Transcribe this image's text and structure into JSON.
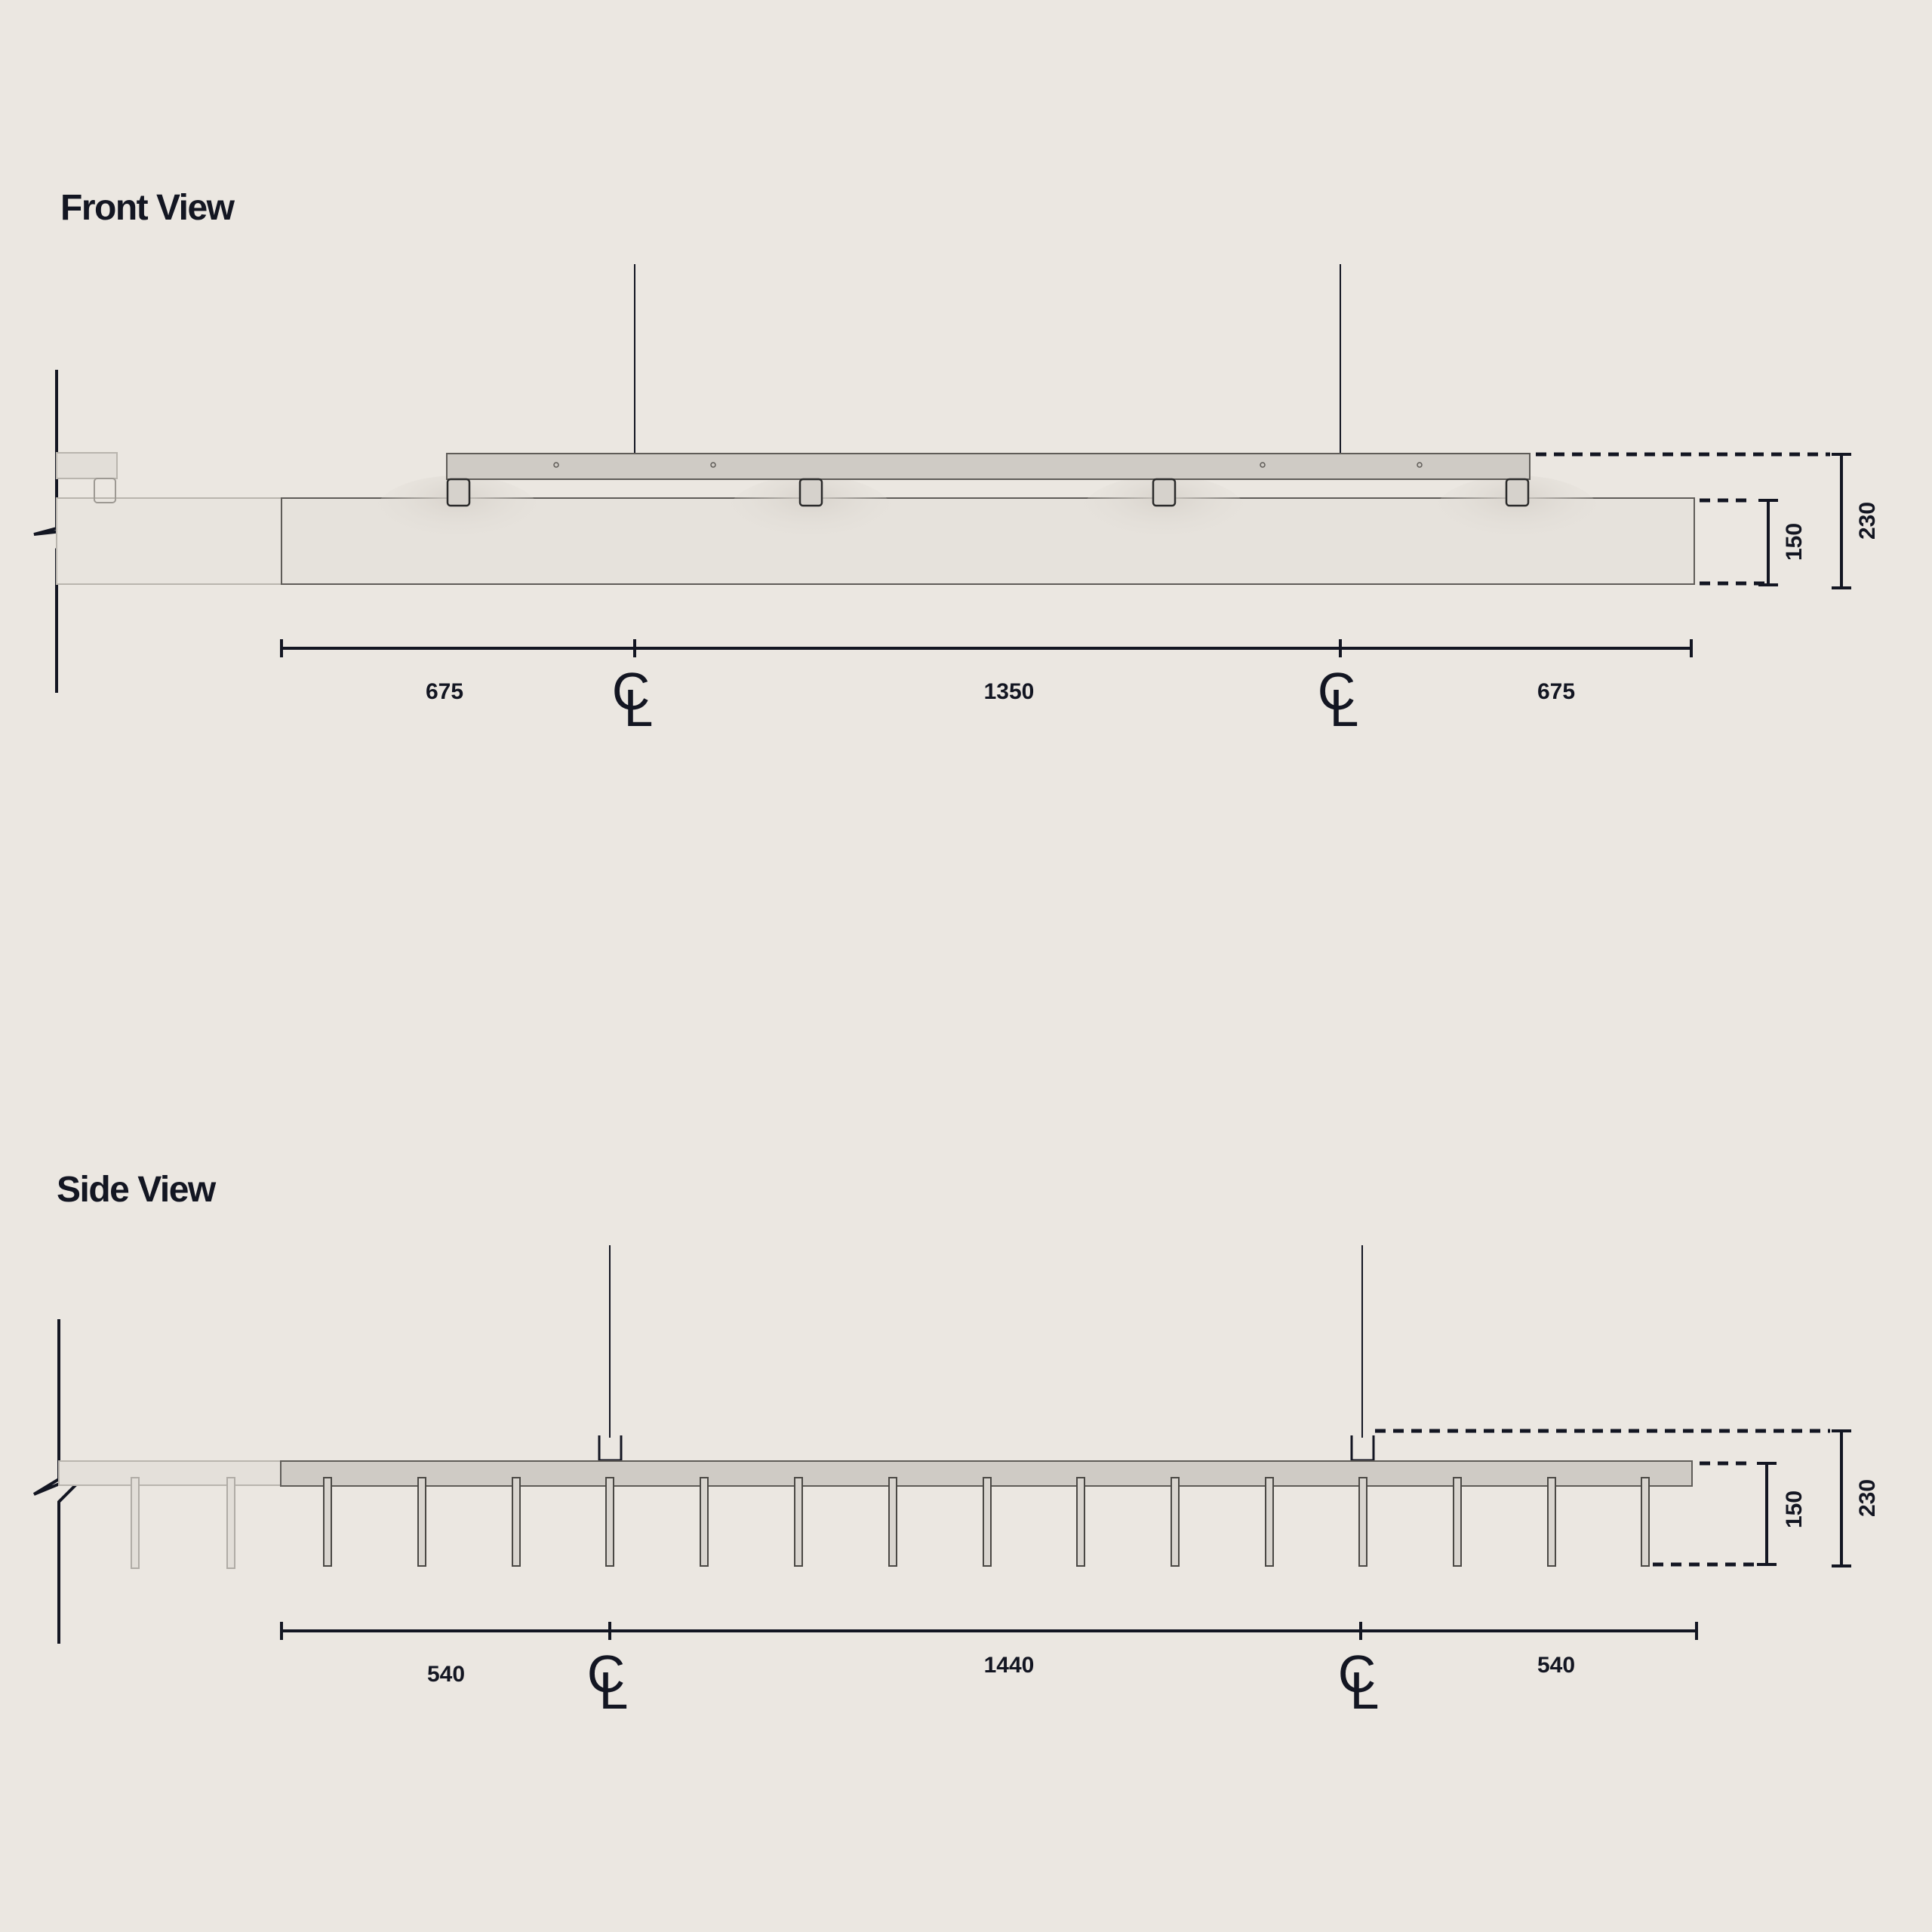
{
  "front_view": {
    "title": "Front View",
    "dimensions": {
      "left_span": "675",
      "center_span": "1350",
      "right_span": "675",
      "fixture_height": "150",
      "overall_height": "230"
    },
    "centerline_symbol_top": "C",
    "centerline_symbol_bottom": "L"
  },
  "side_view": {
    "title": "Side View",
    "dimensions": {
      "left_span": "540",
      "center_span": "1440",
      "right_span": "540",
      "fixture_height": "150",
      "overall_height": "230"
    },
    "centerline_symbol_top": "C",
    "centerline_symbol_bottom": "L"
  },
  "colors": {
    "background": "#ebe7e1",
    "ink": "#131622",
    "fixture_fill": "#cfcbc5",
    "panel_fill": "#e6e2dc",
    "fin_fill": "#d9d5cf"
  }
}
